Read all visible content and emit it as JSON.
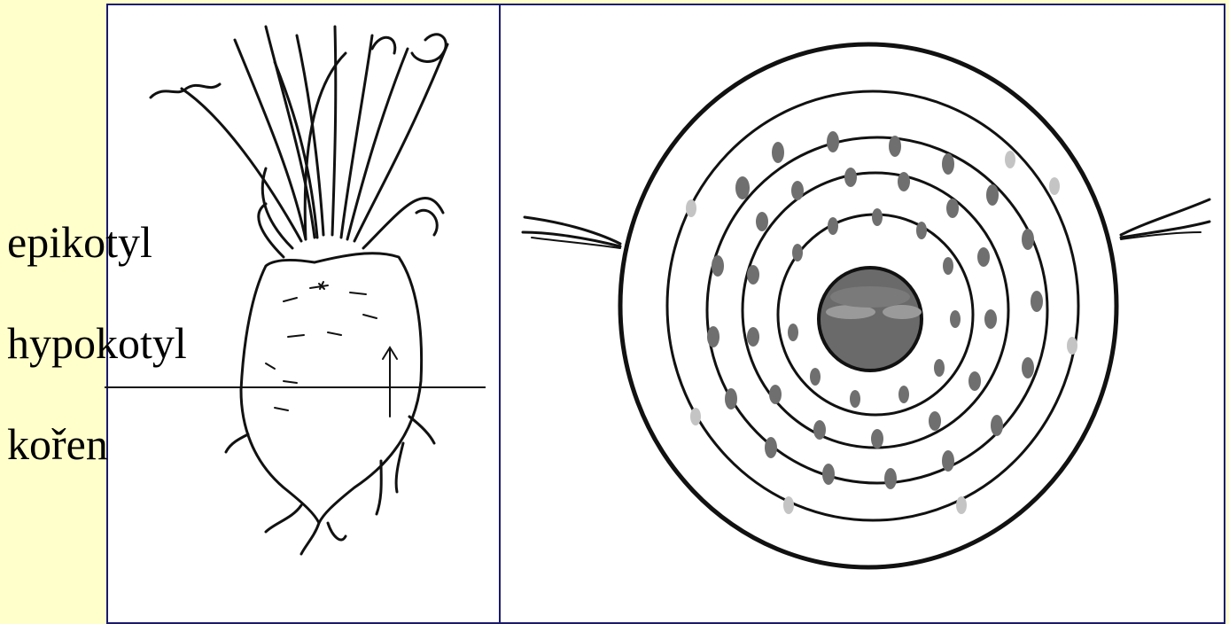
{
  "labels": {
    "epikotyl": "epikotyl",
    "hypokotyl": "hypokotyl",
    "koren": "kořen"
  },
  "colors": {
    "background": "#ffffcc",
    "panel_border": "#1a1a6e",
    "ink": "#111111",
    "bundle": "#6f6f6f",
    "bundle_faint": "#bdbdbd",
    "core": "#5a5a5a"
  }
}
